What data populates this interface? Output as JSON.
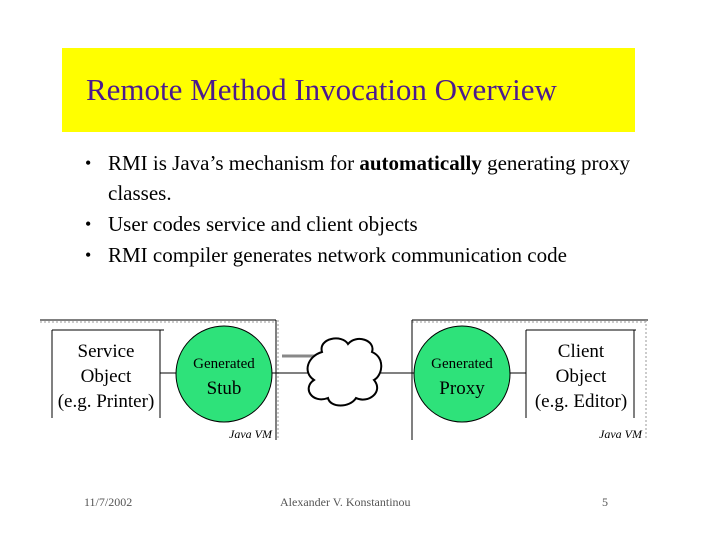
{
  "title": "Remote Method Invocation Overview",
  "bullets": [
    {
      "pre": "RMI is Java’s mechanism for ",
      "bold": "automatically",
      "post": " generating proxy classes."
    },
    {
      "pre": "User codes service and client objects",
      "bold": "",
      "post": ""
    },
    {
      "pre": "RMI compiler generates network communication code",
      "bold": "",
      "post": ""
    }
  ],
  "diagram": {
    "service": {
      "line1": "Service",
      "line2": "Object",
      "line3": "(e.g. Printer)"
    },
    "stub": {
      "line1": "Generated",
      "line2": "Stub"
    },
    "proxy": {
      "line1": "Generated",
      "line2": "Proxy"
    },
    "client": {
      "line1": "Client",
      "line2": "Object",
      "line3": "(e.g. Editor)"
    },
    "jvm_left": "Java VM",
    "jvm_right": "Java VM",
    "colors": {
      "circle": "#2ee27a",
      "title_bg": "#ffff00",
      "title_text": "#4b1a8f"
    }
  },
  "footer": {
    "date": "11/7/2002",
    "author": "Alexander V. Konstantinou",
    "page": "5"
  }
}
